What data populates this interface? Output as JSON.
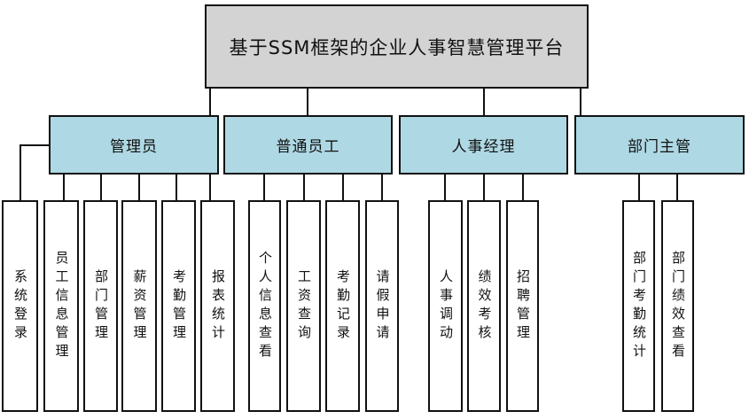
{
  "colors": {
    "root_fill": "#d3d3d3",
    "role_fill": "#aed9e4",
    "leaf_fill": "#ffffff",
    "border": "#111111",
    "background": "#ffffff"
  },
  "root": {
    "label": "基于SSM框架的企业人事智慧管理平台"
  },
  "roles": [
    {
      "label": "管理员"
    },
    {
      "label": "普通员工"
    },
    {
      "label": "人事经理"
    },
    {
      "label": "部门主管"
    }
  ],
  "functions": [
    {
      "label": "系统登录",
      "parent": "管理员"
    },
    {
      "label": "员工信息管理",
      "parent": "管理员"
    },
    {
      "label": "部门管理",
      "parent": "管理员"
    },
    {
      "label": "薪资管理",
      "parent": "管理员"
    },
    {
      "label": "考勤管理",
      "parent": "管理员"
    },
    {
      "label": "报表统计",
      "parent": "管理员"
    },
    {
      "label": "个人信息查看",
      "parent": "普通员工"
    },
    {
      "label": "工资查询",
      "parent": "普通员工"
    },
    {
      "label": "考勤记录",
      "parent": "普通员工"
    },
    {
      "label": "请假申请",
      "parent": "普通员工"
    },
    {
      "label": "人事调动",
      "parent": "人事经理"
    },
    {
      "label": "绩效考核",
      "parent": "人事经理"
    },
    {
      "label": "招聘管理",
      "parent": "人事经理"
    },
    {
      "label": "部门考勤统计",
      "parent": "部门主管"
    },
    {
      "label": "部门绩效查看",
      "parent": "部门主管"
    }
  ]
}
